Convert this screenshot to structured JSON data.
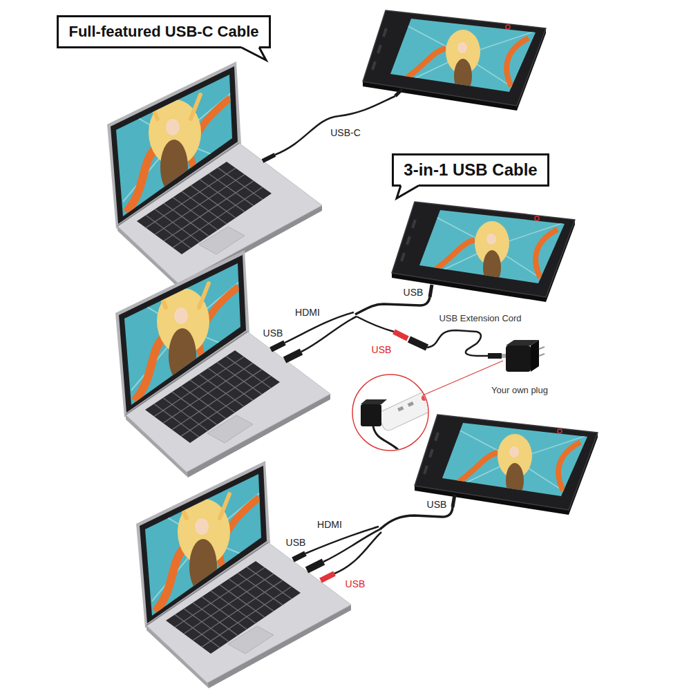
{
  "diagram": {
    "nodes": [
      {
        "text": [
          "Full-featured USB-C Cable"
        ]
      },
      {
        "text": [
          "3-in-1 USB Cable"
        ]
      }
    ],
    "labels": [
      "USB-C",
      "USB",
      "HDMI",
      "USB",
      "USB Extension Cord",
      "USB",
      "Your own plug",
      "USB",
      "HDMI",
      "USB",
      "USB"
    ]
  }
}
